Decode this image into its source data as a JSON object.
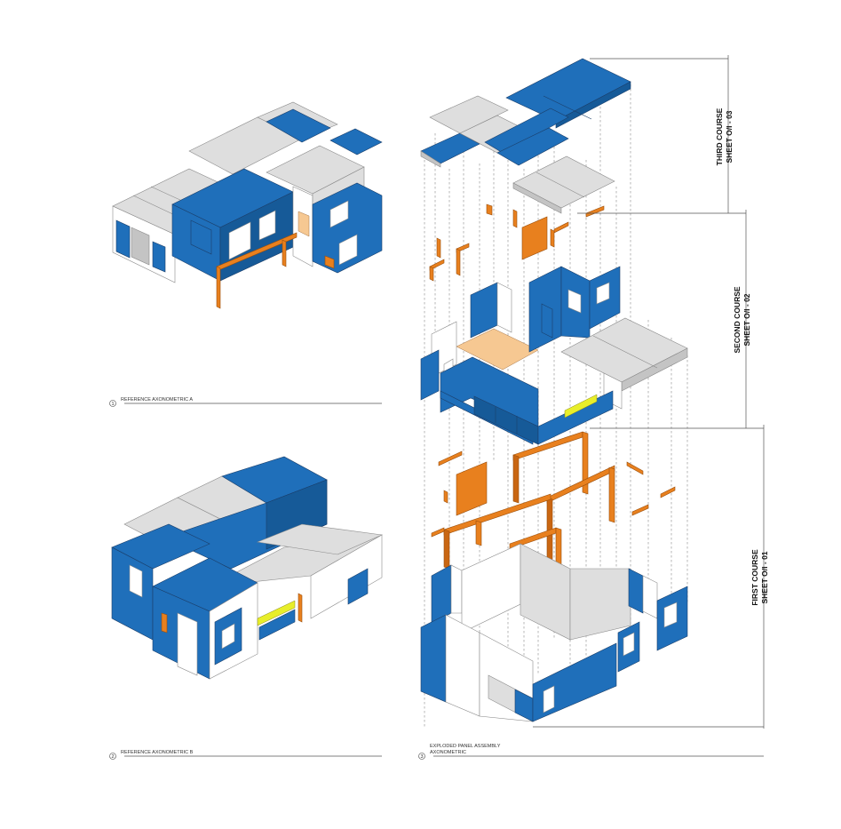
{
  "captions": {
    "a": {
      "num": "1",
      "text": "REFERENCE AXONOMETRIC A"
    },
    "b": {
      "num": "2",
      "text": "REFERENCE AXONOMETRIC B"
    },
    "c": {
      "num": "3",
      "line1": "EXPLODED PANEL ASSEMBLY",
      "line2": "AXONOMETRIC"
    }
  },
  "courses": [
    {
      "title": "THIRD COURSE",
      "sheet": "SHEET O/I - 03"
    },
    {
      "title": "SECOND COURSE",
      "sheet": "SHEET O/I - 02"
    },
    {
      "title": "FIRST COURSE",
      "sheet": "SHEET O/I - 01"
    }
  ],
  "colors": {
    "panel_blue": "#1f6fba",
    "panel_grey": "#dedede",
    "beam_orange": "#e8801e",
    "floor_peach": "#f6c892",
    "highlight_yellow": "#e8ee2a",
    "line": "#555555"
  }
}
